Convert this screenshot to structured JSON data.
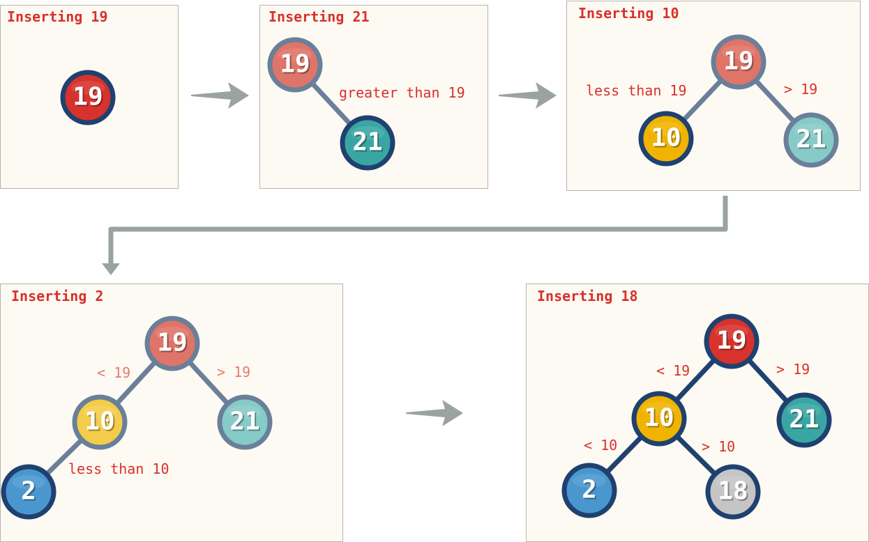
{
  "colors": {
    "red": "#d8322c",
    "red_faded": "#df7468",
    "teal": "#3aa6a4",
    "teal_faded": "#86cbc7",
    "yellow": "#f0b400",
    "yellow_faded": "#f3cd4a",
    "blue": "#4a97cf",
    "gray": "#c5c5c5",
    "border_dark": "#1f4170",
    "border_faded": "#6a7f9a",
    "label_red": "#d8302b",
    "label_faded": "#e67b70",
    "arrow": "#9aa3a0"
  },
  "panels": [
    {
      "title": "Inserting 19",
      "nodes": [
        {
          "value": "19",
          "fill": "red",
          "ring": "border_dark"
        }
      ],
      "edges": [],
      "labels": []
    },
    {
      "title": "Inserting 21",
      "nodes": [
        {
          "value": "19",
          "fill": "red_faded",
          "ring": "border_faded"
        },
        {
          "value": "21",
          "fill": "teal",
          "ring": "border_dark"
        }
      ],
      "edges": [
        {
          "from": 0,
          "to": 1,
          "color": "border_faded"
        }
      ],
      "labels": [
        {
          "text": "greater than 19",
          "color": "label_red"
        }
      ]
    },
    {
      "title": "Inserting 10",
      "nodes": [
        {
          "value": "19",
          "fill": "red_faded",
          "ring": "border_faded"
        },
        {
          "value": "10",
          "fill": "yellow",
          "ring": "border_dark"
        },
        {
          "value": "21",
          "fill": "teal_faded",
          "ring": "border_faded"
        }
      ],
      "edges": [
        {
          "from": 0,
          "to": 1,
          "color": "border_faded"
        },
        {
          "from": 0,
          "to": 2,
          "color": "border_faded"
        }
      ],
      "labels": [
        {
          "text": "less than 19",
          "color": "label_red"
        },
        {
          "text": "> 19",
          "color": "label_red"
        }
      ]
    },
    {
      "title": "Inserting 2",
      "nodes": [
        {
          "value": "19",
          "fill": "red_faded",
          "ring": "border_faded"
        },
        {
          "value": "10",
          "fill": "yellow_faded",
          "ring": "border_faded"
        },
        {
          "value": "21",
          "fill": "teal_faded",
          "ring": "border_faded"
        },
        {
          "value": "2",
          "fill": "blue",
          "ring": "border_dark"
        }
      ],
      "edges": [
        {
          "from": 0,
          "to": 1,
          "color": "border_faded"
        },
        {
          "from": 0,
          "to": 2,
          "color": "border_faded"
        },
        {
          "from": 1,
          "to": 3,
          "color": "border_faded"
        }
      ],
      "labels": [
        {
          "text": "< 19",
          "color": "label_faded"
        },
        {
          "text": "> 19",
          "color": "label_faded"
        },
        {
          "text": "less than 10",
          "color": "label_red"
        }
      ]
    },
    {
      "title": "Inserting 18",
      "nodes": [
        {
          "value": "19",
          "fill": "red",
          "ring": "border_dark"
        },
        {
          "value": "10",
          "fill": "yellow",
          "ring": "border_dark"
        },
        {
          "value": "21",
          "fill": "teal",
          "ring": "border_dark"
        },
        {
          "value": "2",
          "fill": "blue",
          "ring": "border_dark"
        },
        {
          "value": "18",
          "fill": "gray",
          "ring": "border_dark"
        }
      ],
      "edges": [
        {
          "from": 0,
          "to": 1,
          "color": "border_dark"
        },
        {
          "from": 0,
          "to": 2,
          "color": "border_dark"
        },
        {
          "from": 1,
          "to": 3,
          "color": "border_dark"
        },
        {
          "from": 1,
          "to": 4,
          "color": "border_dark"
        }
      ],
      "labels": [
        {
          "text": "< 19",
          "color": "label_red"
        },
        {
          "text": "> 19",
          "color": "label_red"
        },
        {
          "text": "< 10",
          "color": "label_red"
        },
        {
          "text": "> 10",
          "color": "label_red"
        }
      ]
    }
  ]
}
